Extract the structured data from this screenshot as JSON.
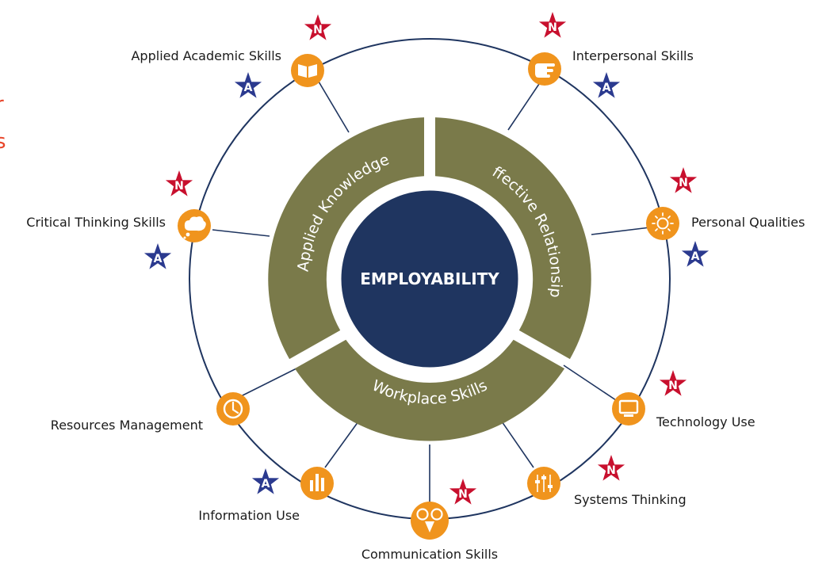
{
  "center": {
    "label": "EMPLOYABILITY"
  },
  "segments": [
    {
      "id": "applied",
      "label": "Applied Knowledge"
    },
    {
      "id": "effective",
      "label": "Effective Relationsips"
    },
    {
      "id": "workplace",
      "label": "Workplace Skills"
    }
  ],
  "skills": [
    {
      "id": "applied-academic",
      "label": "Applied Academic Skills",
      "icon": "book-icon",
      "badges": [
        "N",
        "A"
      ]
    },
    {
      "id": "interpersonal",
      "label": "Interpersonal Skills",
      "icon": "hand-icon",
      "badges": [
        "N",
        "A"
      ]
    },
    {
      "id": "critical-thinking",
      "label": "Critical Thinking Skills",
      "icon": "thought-cloud-icon",
      "badges": [
        "N",
        "A"
      ]
    },
    {
      "id": "personal-qualities",
      "label": "Personal Qualities",
      "icon": "sun-icon",
      "badges": [
        "N",
        "A"
      ]
    },
    {
      "id": "resources-management",
      "label": "Resources Management",
      "icon": "clock-icon",
      "badges": []
    },
    {
      "id": "technology-use",
      "label": "Technology Use",
      "icon": "monitor-icon",
      "badges": [
        "N"
      ]
    },
    {
      "id": "information-use",
      "label": "Information Use",
      "icon": "bar-chart-icon",
      "badges": [
        "A"
      ]
    },
    {
      "id": "systems-thinking",
      "label": "Systems Thinking",
      "icon": "sliders-icon",
      "badges": [
        "N"
      ]
    },
    {
      "id": "communication",
      "label": "Communication Skills",
      "icon": "people-icon",
      "badges": [
        "N"
      ]
    }
  ],
  "edge_text": {
    "line1": "r",
    "line2": "s"
  },
  "colors": {
    "olive": "#7a7a4a",
    "navy": "#1f3560",
    "orange": "#f0941d",
    "ring": "#1f3560",
    "star_red": "#c8102e",
    "star_blue": "#2b3a8f",
    "edge_text": "#e8452a"
  }
}
